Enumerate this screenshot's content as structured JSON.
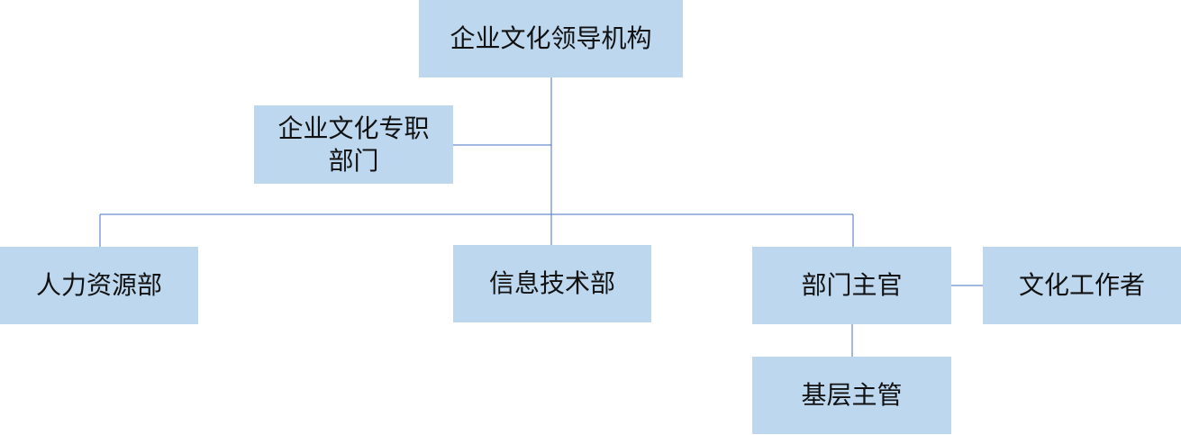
{
  "diagram": {
    "nodes": {
      "root": {
        "label": "企业文化领导机构"
      },
      "special": {
        "line1": "企业文化专职",
        "line2": "部门"
      },
      "hr": {
        "label": "人力资源部"
      },
      "it": {
        "label": "信息技术部"
      },
      "dept_head": {
        "label": "部门主官"
      },
      "culture_worker": {
        "label": "文化工作者"
      },
      "base_head": {
        "label": "基层主管"
      }
    },
    "edges": [
      {
        "from": "root",
        "to": "special"
      },
      {
        "from": "root",
        "to": "hr"
      },
      {
        "from": "root",
        "to": "it"
      },
      {
        "from": "root",
        "to": "dept_head"
      },
      {
        "from": "dept_head",
        "to": "culture_worker"
      },
      {
        "from": "dept_head",
        "to": "base_head"
      }
    ],
    "colors": {
      "box_fill": "#bdd7ee",
      "connector": "#4472c4",
      "text": "#111111"
    }
  }
}
